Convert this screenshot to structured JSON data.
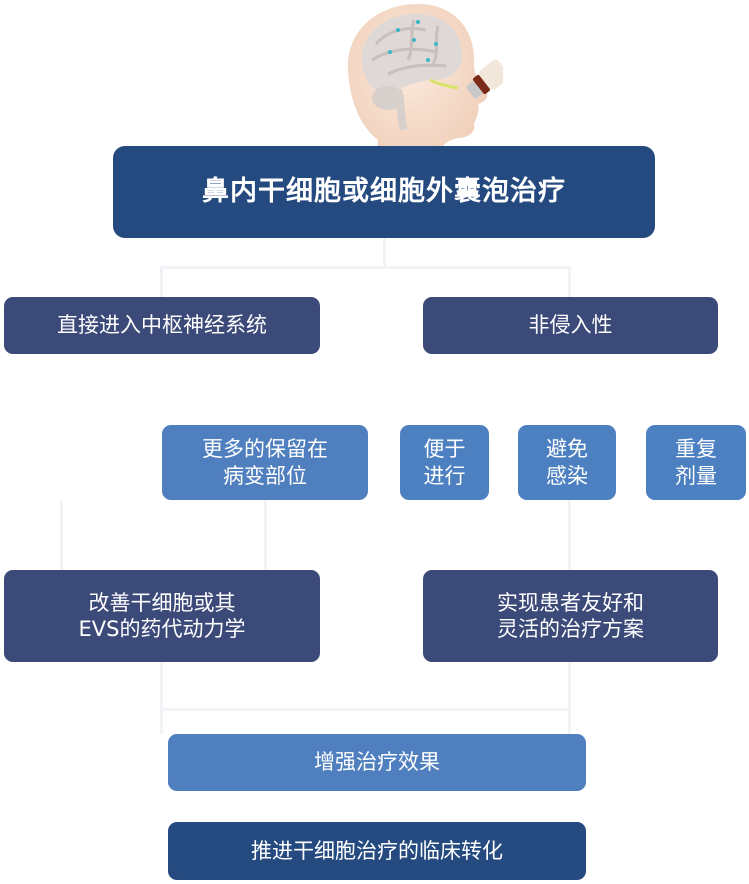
{
  "colors": {
    "dark_box": "#3b4a78",
    "navy_box": "#244a80",
    "light_box": "#4f7fbe",
    "connector": "#f1f3f7"
  },
  "illustration": {
    "icon": "head-with-nasal-spray-icon"
  },
  "title": "鼻内干细胞或细胞外囊泡治疗",
  "row1": {
    "left": "直接进入中枢神经系统",
    "right": "非侵入性"
  },
  "row2": {
    "items": [
      "更多的保留在\n病变部位",
      "便于\n进行",
      "避免\n感染",
      "重复\n剂量"
    ]
  },
  "row3": {
    "left": "改善干细胞或其\nEVS的药代动力学",
    "right": "实现患者友好和\n灵活的治疗方案"
  },
  "outcomes": [
    "增强治疗效果",
    "推进干细胞治疗的临床转化"
  ]
}
